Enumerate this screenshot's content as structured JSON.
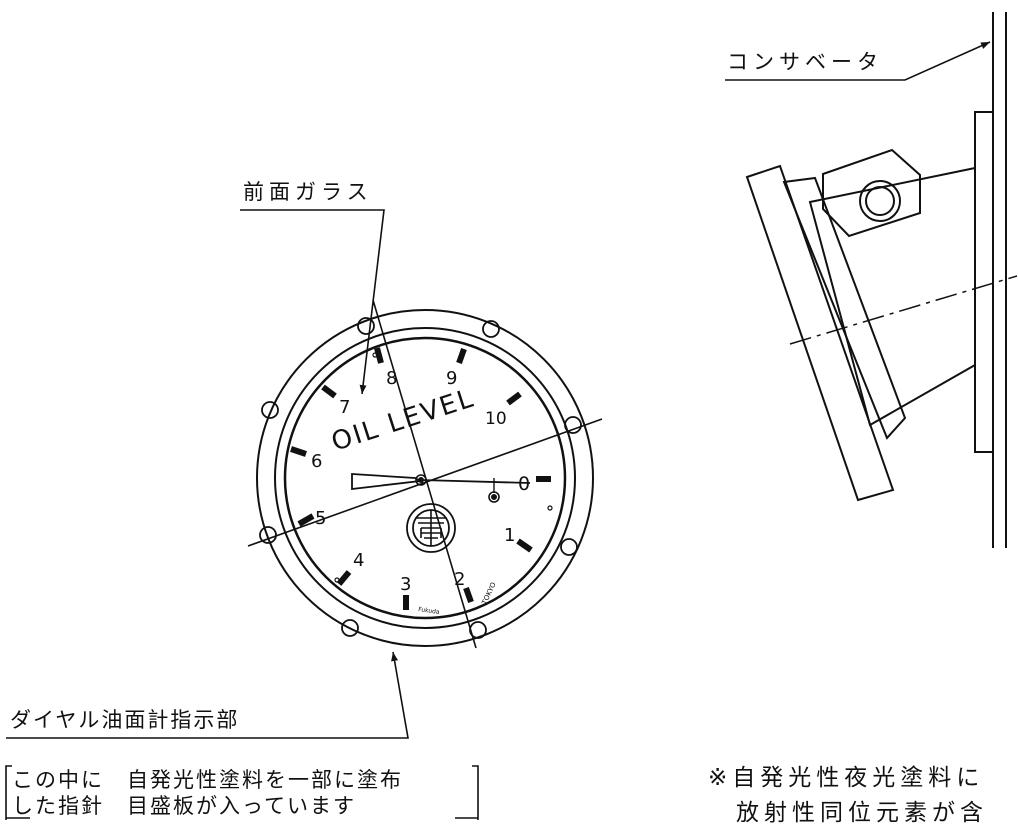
{
  "labels": {
    "conservator": "コンサベータ",
    "front_glass": "前面ガラス",
    "dial_indicator": "ダイヤル油面計指示部",
    "box_line1_a": "この中に",
    "box_line1_b": "自発光性塗料を一部に塗布",
    "box_line2_a": "した指針",
    "box_line2_b": "目盛板が入っています",
    "note_line1": "※自発光性夜光塗料に",
    "note_line2": "放射性同位元素が含"
  },
  "dial": {
    "title": "OIL LEVEL",
    "scale": [
      "0",
      "1",
      "2",
      "3",
      "4",
      "5",
      "6",
      "7",
      "8",
      "9",
      "10"
    ],
    "maker": "Fukuda",
    "city": "TOKYO"
  }
}
